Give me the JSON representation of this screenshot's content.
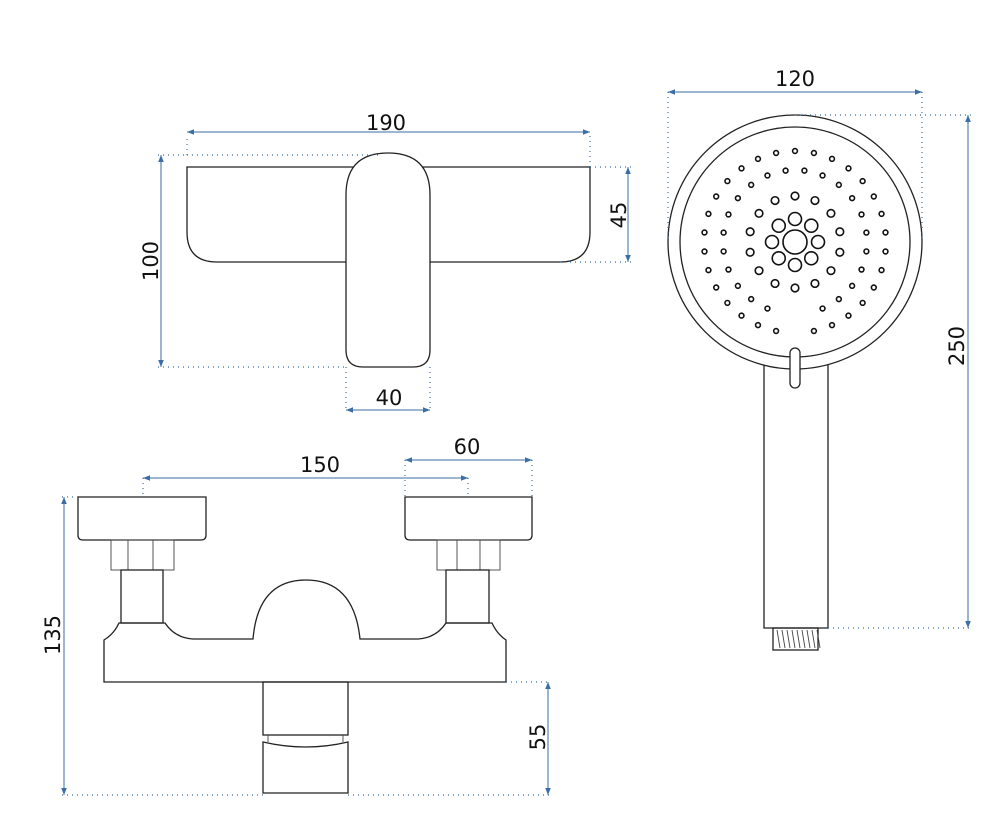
{
  "dimensions": {
    "top_width": "190",
    "top_height": "100",
    "top_body_height": "45",
    "lever_width": "40",
    "head_width": "120",
    "shower_length": "250",
    "valve_spacing": "150",
    "knob_width": "60",
    "front_height": "135",
    "spout_height": "55"
  },
  "colors": {
    "dimension": "#3a6ea5",
    "outline": "#222222"
  }
}
